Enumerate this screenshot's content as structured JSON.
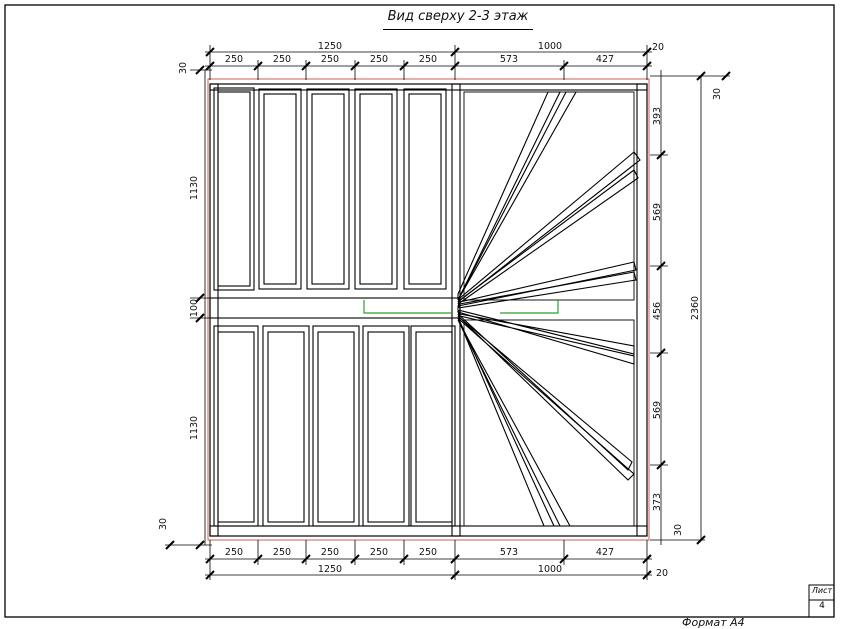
{
  "title": "Вид сверху 2-3 этаж",
  "dims": {
    "top_total_left": "1250",
    "top_total_right": "1000",
    "top_small": "20",
    "top_segments": [
      "250",
      "250",
      "250",
      "250",
      "250",
      "573",
      "427"
    ],
    "bottom_segments": [
      "250",
      "250",
      "250",
      "250",
      "250",
      "573",
      "427"
    ],
    "bottom_total_left": "1250",
    "bottom_total_right": "1000",
    "bottom_small": "20",
    "left_top_30": "30",
    "left_upper_1130": "1130",
    "left_mid_100": "100",
    "left_lower_1130": "1130",
    "left_bottom_30": "30",
    "right_segments": [
      "393",
      "569",
      "456",
      "569",
      "373"
    ],
    "right_total": "2360",
    "right_top_30": "30",
    "right_bottom_30": "30"
  },
  "stamp": {
    "label": "Лист",
    "value": "4"
  },
  "format": "Формат А4"
}
